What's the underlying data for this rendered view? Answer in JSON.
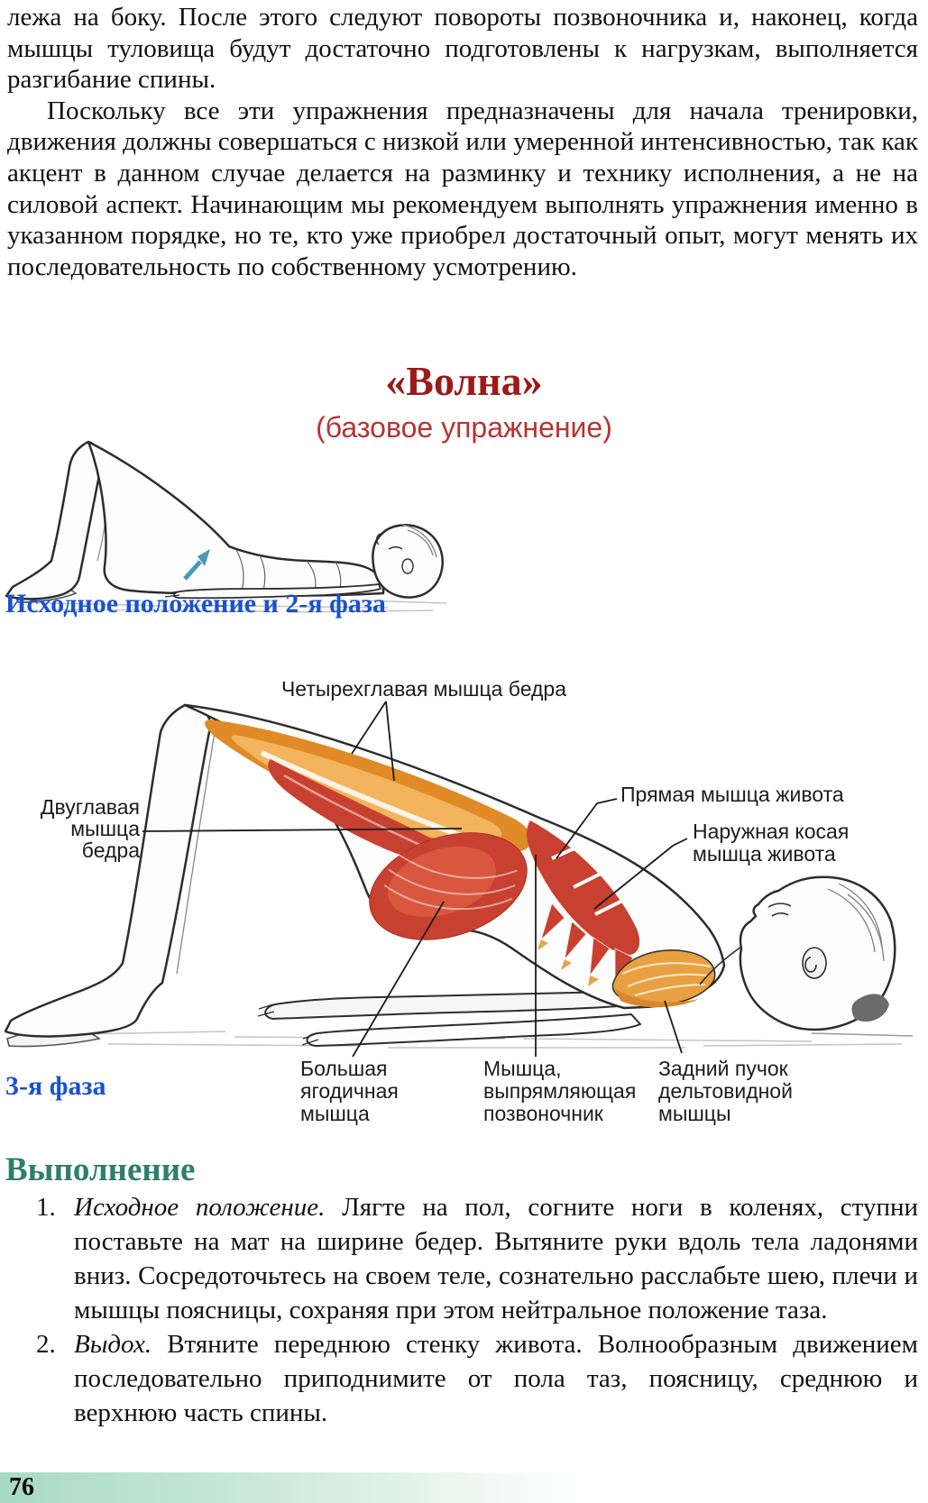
{
  "colors": {
    "title_red": "#9B1A1A",
    "subtitle_red": "#B53434",
    "heading_blue": "#1A52CE",
    "heading_teal": "#2E7E6E",
    "footer_green": "#A8DAC4",
    "muscle_red": "#C8402F",
    "muscle_orange": "#E08A28",
    "arrow_blue": "#4A97BA"
  },
  "intro": {
    "paragraph_1": "лежа на боку. После этого следуют повороты позвоночника и, наконец, когда мышцы туловища будут достаточно подготовлены к нагрузкам, выполняется разгибание спины.",
    "paragraph_2": "Поскольку все эти упражнения предназначены для начала тренировки, движения должны совершаться с низкой или умеренной интенсивностью, так как акцент в данном случае делается на разминку и технику исполнения, а не на силовой аспект. Начинающим мы рекомендуем выполнять упражнения именно в указанном порядке, но те, кто уже приобрел достаточный опыт, могут менять их последовательность по собственному усмотрению."
  },
  "exercise": {
    "title": "«Волна»",
    "subtitle": "(базовое упражнение)",
    "phase_heading_1": "Исходное положение и 2-я фаза",
    "phase_heading_2": "3-я фаза",
    "execution_heading": "Выполнение",
    "steps": [
      {
        "num": "1.",
        "lead": "Исходное положение.",
        "text": "Лягте на пол, согните ноги в коленях, ступни поставьте на мат на ширине бедер. Вытяните руки вдоль тела ладонями вниз. Сосредоточьтесь на своем теле, сознательно расслабьте шею, плечи и мышцы поясницы, сохраняя при этом нейтральное положение таза."
      },
      {
        "num": "2.",
        "lead": "Выдох.",
        "text": "Втяните переднюю стенку живота. Волнообразным движением последовательно приподнимите от пола таз, поясницу, среднюю и верхнюю часть спины."
      }
    ]
  },
  "anatomy_labels": {
    "quadriceps": "Четырехглавая мышца бедра",
    "biceps_femoris": [
      "Двуглавая",
      "мышца",
      "бедра"
    ],
    "rectus_abdominis": "Прямая мышца живота",
    "external_oblique": [
      "Наружная косая",
      "мышца живота"
    ],
    "gluteus_maximus": [
      "Большая",
      "ягодичная",
      "мышца"
    ],
    "erector_spinae": [
      "Мышца,",
      "выпрямляющая",
      "позвоночник"
    ],
    "posterior_deltoid": [
      "Задний пучок",
      "дельтовидной",
      "мышцы"
    ]
  },
  "footer": {
    "page_number": "76"
  }
}
